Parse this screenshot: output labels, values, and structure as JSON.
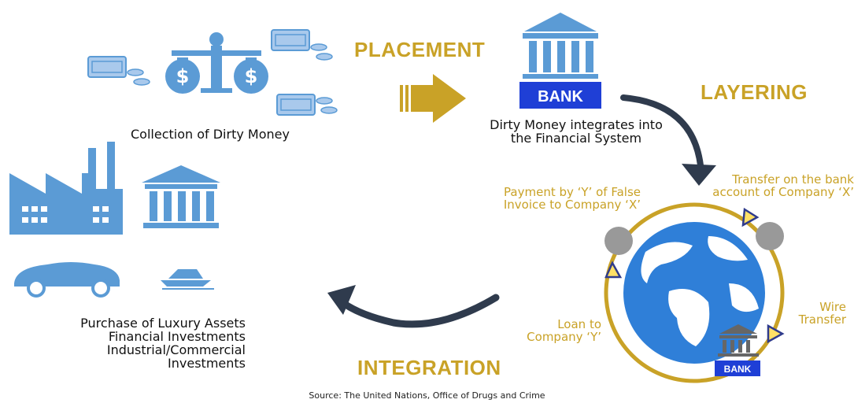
{
  "stages": {
    "placement": "PLACEMENT",
    "layering": "LAYERING",
    "integration": "INTEGRATION"
  },
  "labels": {
    "collection": "Collection of Dirty Money",
    "integrates_line1": "Dirty Money integrates into",
    "integrates_line2": "the Financial System",
    "purchase_line1": "Purchase of Luxury Assets",
    "purchase_line2": "Financial Investments",
    "purchase_line3": "Industrial/Commercial",
    "purchase_line4": "Investments"
  },
  "layering_steps": {
    "payment_line1": "Payment by ‘Y’ of False",
    "payment_line2": "Invoice to Company ‘X’",
    "transfer_line1": "Transfer on the bank",
    "transfer_line2": "account of Company ‘X’",
    "wire_line1": "Wire",
    "wire_line2": "Transfer",
    "loan_line1": "Loan to",
    "loan_line2": "Company ‘Y’"
  },
  "bank_labels": {
    "main": "BANK",
    "small": "BANK"
  },
  "source": "Source: The United Nations, Office of Drugs and Crime",
  "colors": {
    "accent_gold": "#c9a227",
    "icon_blue": "#5b9bd5",
    "bank_blue": "#1f3fd6",
    "arrow_dark": "#2f3b4d"
  }
}
